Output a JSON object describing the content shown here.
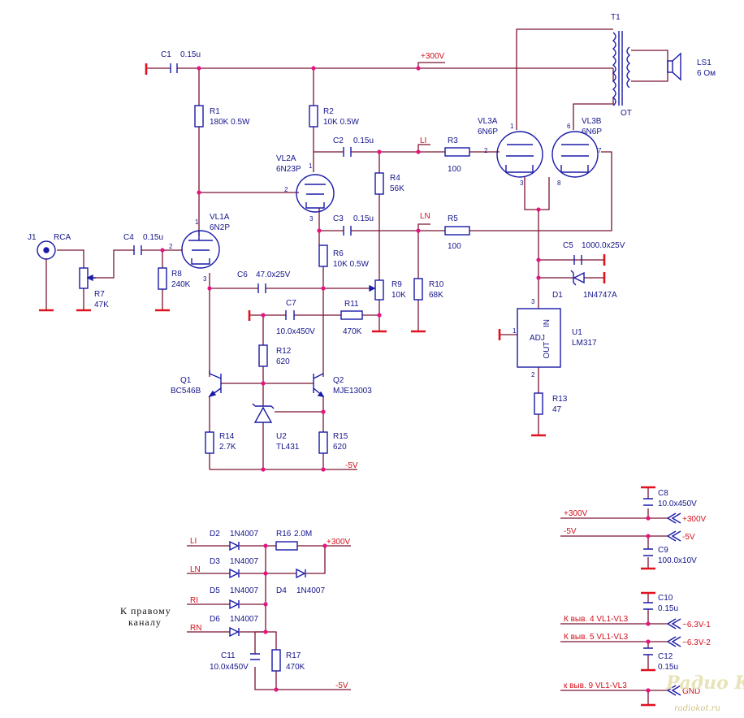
{
  "rails": {
    "hv": "+300V",
    "neg5": "-5V"
  },
  "capacitors": {
    "c1": {
      "ref": "C1",
      "value": "0.15u"
    },
    "c2": {
      "ref": "C2",
      "value": "0.15u"
    },
    "c3": {
      "ref": "C3",
      "value": "0.15u"
    },
    "c4": {
      "ref": "C4",
      "value": "0.15u"
    },
    "c5": {
      "ref": "C5",
      "value": "1000.0x25V"
    },
    "c6": {
      "ref": "C6",
      "value": "47.0x25V"
    },
    "c7": {
      "ref": "C7",
      "value": "10.0x450V"
    },
    "c8": {
      "ref": "C8",
      "value": "10.0x450V"
    },
    "c9": {
      "ref": "C9",
      "value": "100.0x10V"
    },
    "c10": {
      "ref": "C10",
      "value": "0.15u"
    },
    "c11": {
      "ref": "C11",
      "value": "10.0x450V"
    },
    "c12": {
      "ref": "C12",
      "value": "0.15u"
    }
  },
  "resistors": {
    "r1": {
      "ref": "R1",
      "value": "180K 0.5W"
    },
    "r2": {
      "ref": "R2",
      "value": "10K 0.5W"
    },
    "r3": {
      "ref": "R3",
      "value": "100"
    },
    "r4": {
      "ref": "R4",
      "value": "56K"
    },
    "r5": {
      "ref": "R5",
      "value": "100"
    },
    "r6": {
      "ref": "R6",
      "value": "10K 0.5W"
    },
    "r7": {
      "ref": "R7",
      "value": "47K"
    },
    "r8": {
      "ref": "R8",
      "value": "240K"
    },
    "r9": {
      "ref": "R9",
      "value": "10K"
    },
    "r10": {
      "ref": "R10",
      "value": "68K"
    },
    "r11": {
      "ref": "R11",
      "value": "470K"
    },
    "r12": {
      "ref": "R12",
      "value": "620"
    },
    "r13": {
      "ref": "R13",
      "value": "47"
    },
    "r14": {
      "ref": "R14",
      "value": "2.7K"
    },
    "r15": {
      "ref": "R15",
      "value": "620"
    },
    "r16": {
      "ref": "R16",
      "value": "2.0M"
    },
    "r17": {
      "ref": "R17",
      "value": "470K"
    }
  },
  "tubes": {
    "vl1a": {
      "ref": "VL1A",
      "type": "6N2P"
    },
    "vl2a": {
      "ref": "VL2A",
      "type": "6N23P"
    },
    "vl3a": {
      "ref": "VL3A",
      "type": "6N6P"
    },
    "vl3b": {
      "ref": "VL3B",
      "type": "6N6P"
    }
  },
  "semis": {
    "q1": {
      "ref": "Q1",
      "type": "BC546B"
    },
    "q2": {
      "ref": "Q2",
      "type": "MJE13003"
    },
    "u1": {
      "ref": "U1",
      "type": "LM317",
      "adj": "ADJ",
      "in": "IN",
      "out": "OUT"
    },
    "u2": {
      "ref": "U2",
      "type": "TL431"
    },
    "d1": {
      "ref": "D1",
      "type": "1N4747A"
    },
    "d2": {
      "ref": "D2",
      "type": "1N4007"
    },
    "d3": {
      "ref": "D3",
      "type": "1N4007"
    },
    "d4": {
      "ref": "D4",
      "type": "1N4007"
    },
    "d5": {
      "ref": "D5",
      "type": "1N4007"
    },
    "d6": {
      "ref": "D6",
      "type": "1N4007"
    }
  },
  "other": {
    "j1": "J1",
    "rca": "RCA",
    "t1": "T1",
    "ot": "OT",
    "ls1": "LS1",
    "ls1_imp": "6 Ом"
  },
  "nets": {
    "li": "LI",
    "ln": "LN",
    "ri": "RI",
    "rn": "RN"
  },
  "pins": {
    "p1": "1",
    "p2": "2",
    "p3": "3",
    "p6": "6",
    "p7": "7",
    "p8": "8"
  },
  "connectors": {
    "hv_in": "+300V",
    "neg_in": "-5V",
    "h1": "~6.3V-1",
    "h2": "~6.3V-2",
    "gnd": "GND",
    "pin4": "К выв. 4  VL1-VL3",
    "pin5": "К выв. 5  VL1-VL3",
    "pin9": "к выв. 9  VL1-VL3"
  },
  "note": {
    "line1": "К правому",
    "line2": "каналу"
  },
  "watermark": {
    "logo": "Радио КОТ",
    "site": "radiokot.ru"
  }
}
